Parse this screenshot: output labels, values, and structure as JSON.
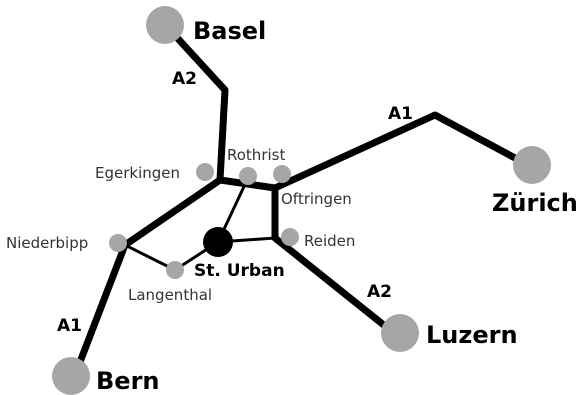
{
  "colors": {
    "road": "#000000",
    "major_dot": "#a6a6a6",
    "minor_dot": "#a6a6a6",
    "center_dot": "#000000",
    "background": "#ffffff"
  },
  "map": {
    "cities": {
      "basel": "Basel",
      "zurich": "Zürich",
      "luzern": "Luzern",
      "bern": "Bern"
    },
    "towns": {
      "egerkingen": "Egerkingen",
      "rothrist": "Rothrist",
      "oftringen": "Oftringen",
      "niederbipp": "Niederbipp",
      "reiden": "Reiden",
      "langenthal": "Langenthal"
    },
    "center": "St. Urban",
    "roads": {
      "a2_north": "A2",
      "a1_east": "A1",
      "a2_south": "A2",
      "a1_west": "A1"
    }
  }
}
